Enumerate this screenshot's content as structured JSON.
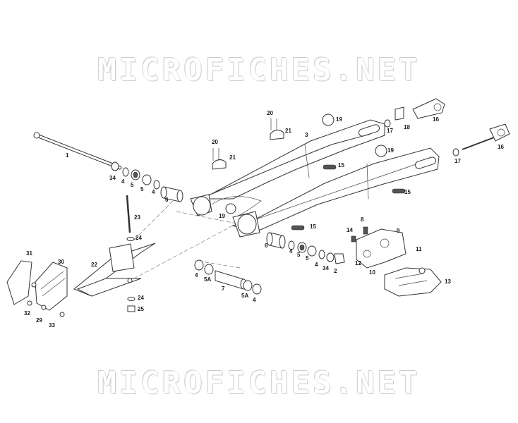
{
  "watermark": {
    "top": "MICROFICHES.NET",
    "bottom": "MICROFICHES.NET"
  },
  "callouts": {
    "c1": "1",
    "c2": "2",
    "c3": "3",
    "c4a": "4",
    "c4b": "4",
    "c4c": "4",
    "c4d": "4",
    "c4e": "4",
    "c4f": "4",
    "c5a": "5",
    "c5b": "5",
    "c5c": "5",
    "c5d": "5",
    "c5Aa": "5A",
    "c5Ab": "5A",
    "c6a": "6",
    "c6b": "6",
    "c7": "7",
    "c8": "8",
    "c9": "9",
    "c10": "10",
    "c11": "11",
    "c12": "12",
    "c13": "13",
    "c14": "14",
    "c15a": "15",
    "c15b": "15",
    "c15c": "15",
    "c16a": "16",
    "c16b": "16",
    "c17a": "17",
    "c17b": "17",
    "c18": "18",
    "c19a": "19",
    "c19b": "19",
    "c19c": "19",
    "c20a": "20",
    "c20b": "20",
    "c21a": "21",
    "c21b": "21",
    "c22": "22",
    "c23": "23",
    "c24a": "24",
    "c24b": "24",
    "c25": "25",
    "c29": "29",
    "c30": "30",
    "c31": "31",
    "c32": "32",
    "c33": "33",
    "c34a": "34",
    "c34b": "34"
  }
}
